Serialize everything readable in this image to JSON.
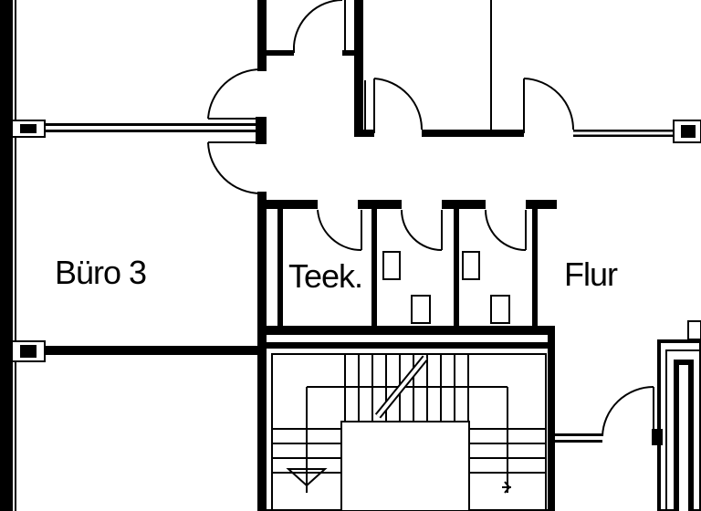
{
  "plan": {
    "rooms": [
      {
        "id": "office",
        "label": "Büro 3"
      },
      {
        "id": "kitchen",
        "label": "Teek."
      },
      {
        "id": "corridor",
        "label": "Flur"
      }
    ]
  }
}
